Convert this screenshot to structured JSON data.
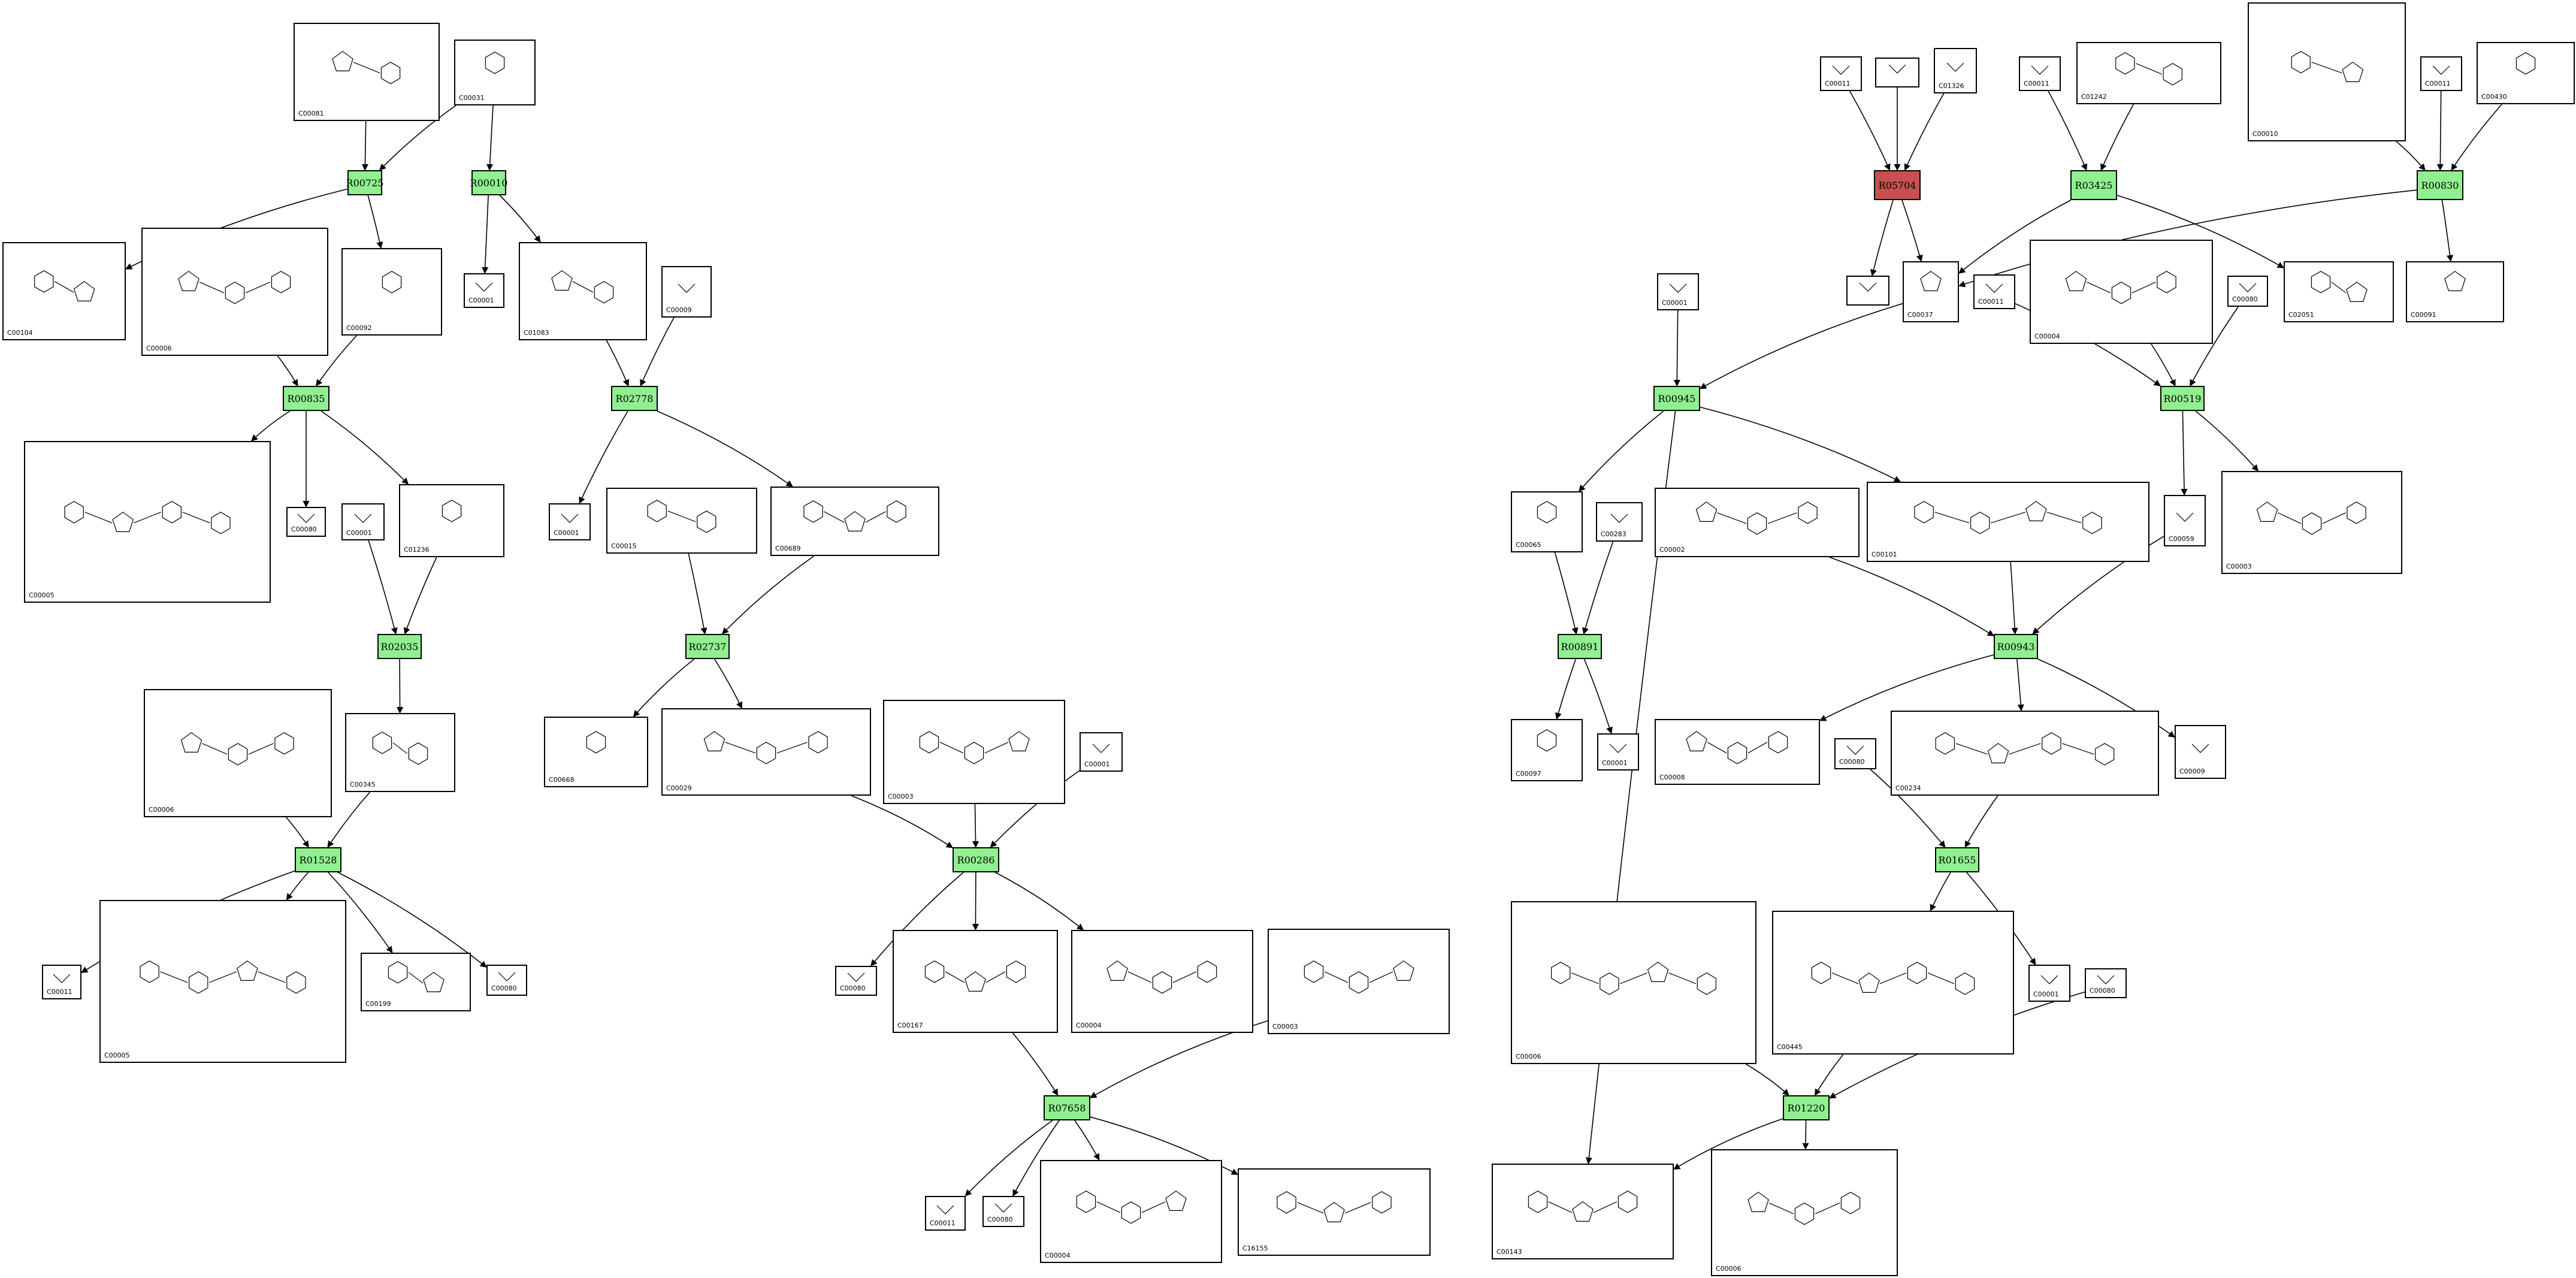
{
  "reactions": [
    {
      "id": "R00725",
      "label": "R00725",
      "status": "normal"
    },
    {
      "id": "R00010",
      "label": "R00010",
      "status": "normal"
    },
    {
      "id": "R00835",
      "label": "R00835",
      "status": "normal"
    },
    {
      "id": "R02778",
      "label": "R02778",
      "status": "normal"
    },
    {
      "id": "R02035",
      "label": "R02035",
      "status": "normal"
    },
    {
      "id": "R02737",
      "label": "R02737",
      "status": "normal"
    },
    {
      "id": "R01528",
      "label": "R01528",
      "status": "normal"
    },
    {
      "id": "R00286",
      "label": "R00286",
      "status": "normal"
    },
    {
      "id": "R07658",
      "label": "R07658",
      "status": "normal"
    },
    {
      "id": "R05704",
      "label": "R05704",
      "status": "alert"
    },
    {
      "id": "R03425",
      "label": "R03425",
      "status": "normal"
    },
    {
      "id": "R00830",
      "label": "R00830",
      "status": "normal"
    },
    {
      "id": "R00945",
      "label": "R00945",
      "status": "normal"
    },
    {
      "id": "R00519",
      "label": "R00519",
      "status": "normal"
    },
    {
      "id": "R00891",
      "label": "R00891",
      "status": "normal"
    },
    {
      "id": "R00943",
      "label": "R00943",
      "status": "normal"
    },
    {
      "id": "R01655",
      "label": "R01655",
      "status": "normal"
    },
    {
      "id": "R01220",
      "label": "R01220",
      "status": "normal"
    }
  ],
  "compounds": [
    {
      "id": "c1",
      "label": "C00081"
    },
    {
      "id": "c2",
      "label": "C00031"
    },
    {
      "id": "c3",
      "label": "C00104"
    },
    {
      "id": "c4",
      "label": "C00006"
    },
    {
      "id": "c5",
      "label": "C00092"
    },
    {
      "id": "c6",
      "label": "C00001"
    },
    {
      "id": "c7",
      "label": "C01083"
    },
    {
      "id": "c8",
      "label": "C00009"
    },
    {
      "id": "c9",
      "label": "C00005"
    },
    {
      "id": "c10",
      "label": "C00080"
    },
    {
      "id": "c11",
      "label": "C00001"
    },
    {
      "id": "c12",
      "label": "C01236"
    },
    {
      "id": "c13",
      "label": "C00001"
    },
    {
      "id": "c14",
      "label": "C00015"
    },
    {
      "id": "c15",
      "label": "C00689"
    },
    {
      "id": "c16",
      "label": "C00006"
    },
    {
      "id": "c17",
      "label": "C00345"
    },
    {
      "id": "c18",
      "label": "C00668"
    },
    {
      "id": "c19",
      "label": "C00029"
    },
    {
      "id": "c20",
      "label": "C00003"
    },
    {
      "id": "c21",
      "label": "C00001"
    },
    {
      "id": "c22",
      "label": "C00011"
    },
    {
      "id": "c23",
      "label": "C00005"
    },
    {
      "id": "c24",
      "label": "C00199"
    },
    {
      "id": "c25",
      "label": "C00080"
    },
    {
      "id": "c26",
      "label": "C00080"
    },
    {
      "id": "c27",
      "label": "C00167"
    },
    {
      "id": "c28",
      "label": "C00004"
    },
    {
      "id": "c29",
      "label": "C00003"
    },
    {
      "id": "c30",
      "label": "C00011"
    },
    {
      "id": "c31",
      "label": "C00080"
    },
    {
      "id": "c32",
      "label": "C00004"
    },
    {
      "id": "c33",
      "label": "C16155"
    },
    {
      "id": "c34",
      "label": "C00011"
    },
    {
      "id": "c35",
      "label": ""
    },
    {
      "id": "c36",
      "label": "C01326"
    },
    {
      "id": "c37",
      "label": "C00011"
    },
    {
      "id": "c38",
      "label": "C01242"
    },
    {
      "id": "c39",
      "label": "C00010"
    },
    {
      "id": "c40",
      "label": "C00011"
    },
    {
      "id": "c41",
      "label": "C00430"
    },
    {
      "id": "c42",
      "label": ""
    },
    {
      "id": "c43",
      "label": "C00037"
    },
    {
      "id": "c44",
      "label": "C00001"
    },
    {
      "id": "c45",
      "label": "C00011"
    },
    {
      "id": "c46",
      "label": "C00004"
    },
    {
      "id": "c47",
      "label": "C00080"
    },
    {
      "id": "c48",
      "label": "C02051"
    },
    {
      "id": "c49",
      "label": "C00091"
    },
    {
      "id": "c50",
      "label": "C00065"
    },
    {
      "id": "c51",
      "label": "C00283"
    },
    {
      "id": "c52",
      "label": "C00002"
    },
    {
      "id": "c53",
      "label": "C00101"
    },
    {
      "id": "c54",
      "label": "C00059"
    },
    {
      "id": "c55",
      "label": "C00003"
    },
    {
      "id": "c56",
      "label": "C00097"
    },
    {
      "id": "c57",
      "label": "C00001"
    },
    {
      "id": "c58",
      "label": "C00008"
    },
    {
      "id": "c59",
      "label": "C00080"
    },
    {
      "id": "c60",
      "label": "C00234"
    },
    {
      "id": "c61",
      "label": "C00009"
    },
    {
      "id": "c62",
      "label": "C00006"
    },
    {
      "id": "c63",
      "label": "C00445"
    },
    {
      "id": "c64",
      "label": "C00001"
    },
    {
      "id": "c65",
      "label": "C00080"
    },
    {
      "id": "c66",
      "label": "C00143"
    },
    {
      "id": "c67",
      "label": "C00006"
    }
  ],
  "edges": [
    [
      "c1",
      "R00725"
    ],
    [
      "c2",
      "R00725"
    ],
    [
      "R00725",
      "c3"
    ],
    [
      "R00725",
      "c5"
    ],
    [
      "c2",
      "R00010"
    ],
    [
      "R00010",
      "c6"
    ],
    [
      "R00010",
      "c7"
    ],
    [
      "c4",
      "R00835"
    ],
    [
      "c5",
      "R00835"
    ],
    [
      "R00835",
      "c9"
    ],
    [
      "R00835",
      "c10"
    ],
    [
      "R00835",
      "c12"
    ],
    [
      "c7",
      "R02778"
    ],
    [
      "c8",
      "R02778"
    ],
    [
      "R02778",
      "c13"
    ],
    [
      "R02778",
      "c15"
    ],
    [
      "c11",
      "R02035"
    ],
    [
      "c12",
      "R02035"
    ],
    [
      "R02035",
      "c17"
    ],
    [
      "c14",
      "R02737"
    ],
    [
      "c15",
      "R02737"
    ],
    [
      "R02737",
      "c18"
    ],
    [
      "R02737",
      "c19"
    ],
    [
      "c16",
      "R01528"
    ],
    [
      "c17",
      "R01528"
    ],
    [
      "R01528",
      "c22"
    ],
    [
      "R01528",
      "c23"
    ],
    [
      "R01528",
      "c24"
    ],
    [
      "R01528",
      "c25"
    ],
    [
      "c19",
      "R00286"
    ],
    [
      "c20",
      "R00286"
    ],
    [
      "c21",
      "R00286"
    ],
    [
      "R00286",
      "c26"
    ],
    [
      "R00286",
      "c27"
    ],
    [
      "R00286",
      "c28"
    ],
    [
      "c27",
      "R07658"
    ],
    [
      "c29",
      "R07658"
    ],
    [
      "R07658",
      "c30"
    ],
    [
      "R07658",
      "c31"
    ],
    [
      "R07658",
      "c32"
    ],
    [
      "R07658",
      "c33"
    ],
    [
      "c34",
      "R05704"
    ],
    [
      "c35",
      "R05704"
    ],
    [
      "c36",
      "R05704"
    ],
    [
      "R05704",
      "c42"
    ],
    [
      "R05704",
      "c43"
    ],
    [
      "c37",
      "R03425"
    ],
    [
      "c38",
      "R03425"
    ],
    [
      "R03425",
      "c43"
    ],
    [
      "R03425",
      "c48"
    ],
    [
      "c39",
      "R00830"
    ],
    [
      "c40",
      "R00830"
    ],
    [
      "c41",
      "R00830"
    ],
    [
      "R00830",
      "c43"
    ],
    [
      "R00830",
      "c49"
    ],
    [
      "c43",
      "R00945"
    ],
    [
      "c44",
      "R00945"
    ],
    [
      "R00945",
      "c50"
    ],
    [
      "R00945",
      "c53"
    ],
    [
      "R00945",
      "c66"
    ],
    [
      "c45",
      "R00519"
    ],
    [
      "c46",
      "R00519"
    ],
    [
      "c47",
      "R00519"
    ],
    [
      "R00519",
      "c54"
    ],
    [
      "R00519",
      "c55"
    ],
    [
      "c50",
      "R00891"
    ],
    [
      "c51",
      "R00891"
    ],
    [
      "R00891",
      "c56"
    ],
    [
      "R00891",
      "c57"
    ],
    [
      "c52",
      "R00943"
    ],
    [
      "c53",
      "R00943"
    ],
    [
      "c54",
      "R00943"
    ],
    [
      "R00943",
      "c58"
    ],
    [
      "R00943",
      "c60"
    ],
    [
      "R00943",
      "c61"
    ],
    [
      "c59",
      "R01655"
    ],
    [
      "c60",
      "R01655"
    ],
    [
      "R01655",
      "c63"
    ],
    [
      "R01655",
      "c64"
    ],
    [
      "c62",
      "R01220"
    ],
    [
      "c63",
      "R01220"
    ],
    [
      "c65",
      "R01220"
    ],
    [
      "R01220",
      "c66"
    ],
    [
      "R01220",
      "c67"
    ]
  ]
}
